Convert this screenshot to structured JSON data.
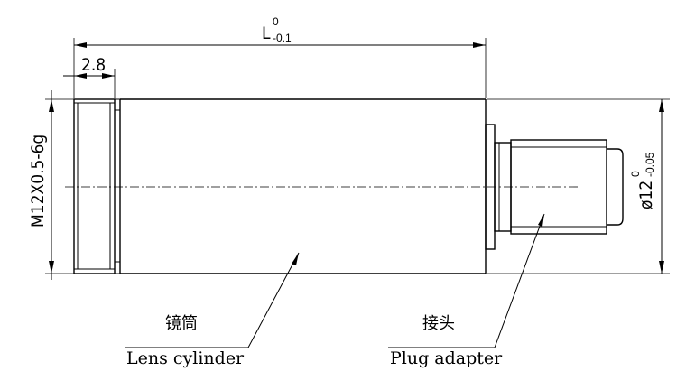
{
  "dimensions": {
    "overall_length": {
      "symbol": "L",
      "upper_tol": "0",
      "lower_tol": "-0.1"
    },
    "thread_length": "2.8",
    "thread_spec": "M12X0.5-6g",
    "plug_diameter": {
      "symbol": "ø12",
      "upper_tol": "0",
      "lower_tol": "-0.05"
    }
  },
  "labels": {
    "lens_cylinder": {
      "cn": "镜筒",
      "en": "Lens cylinder"
    },
    "plug_adapter": {
      "cn": "接头",
      "en": "Plug adapter"
    }
  }
}
